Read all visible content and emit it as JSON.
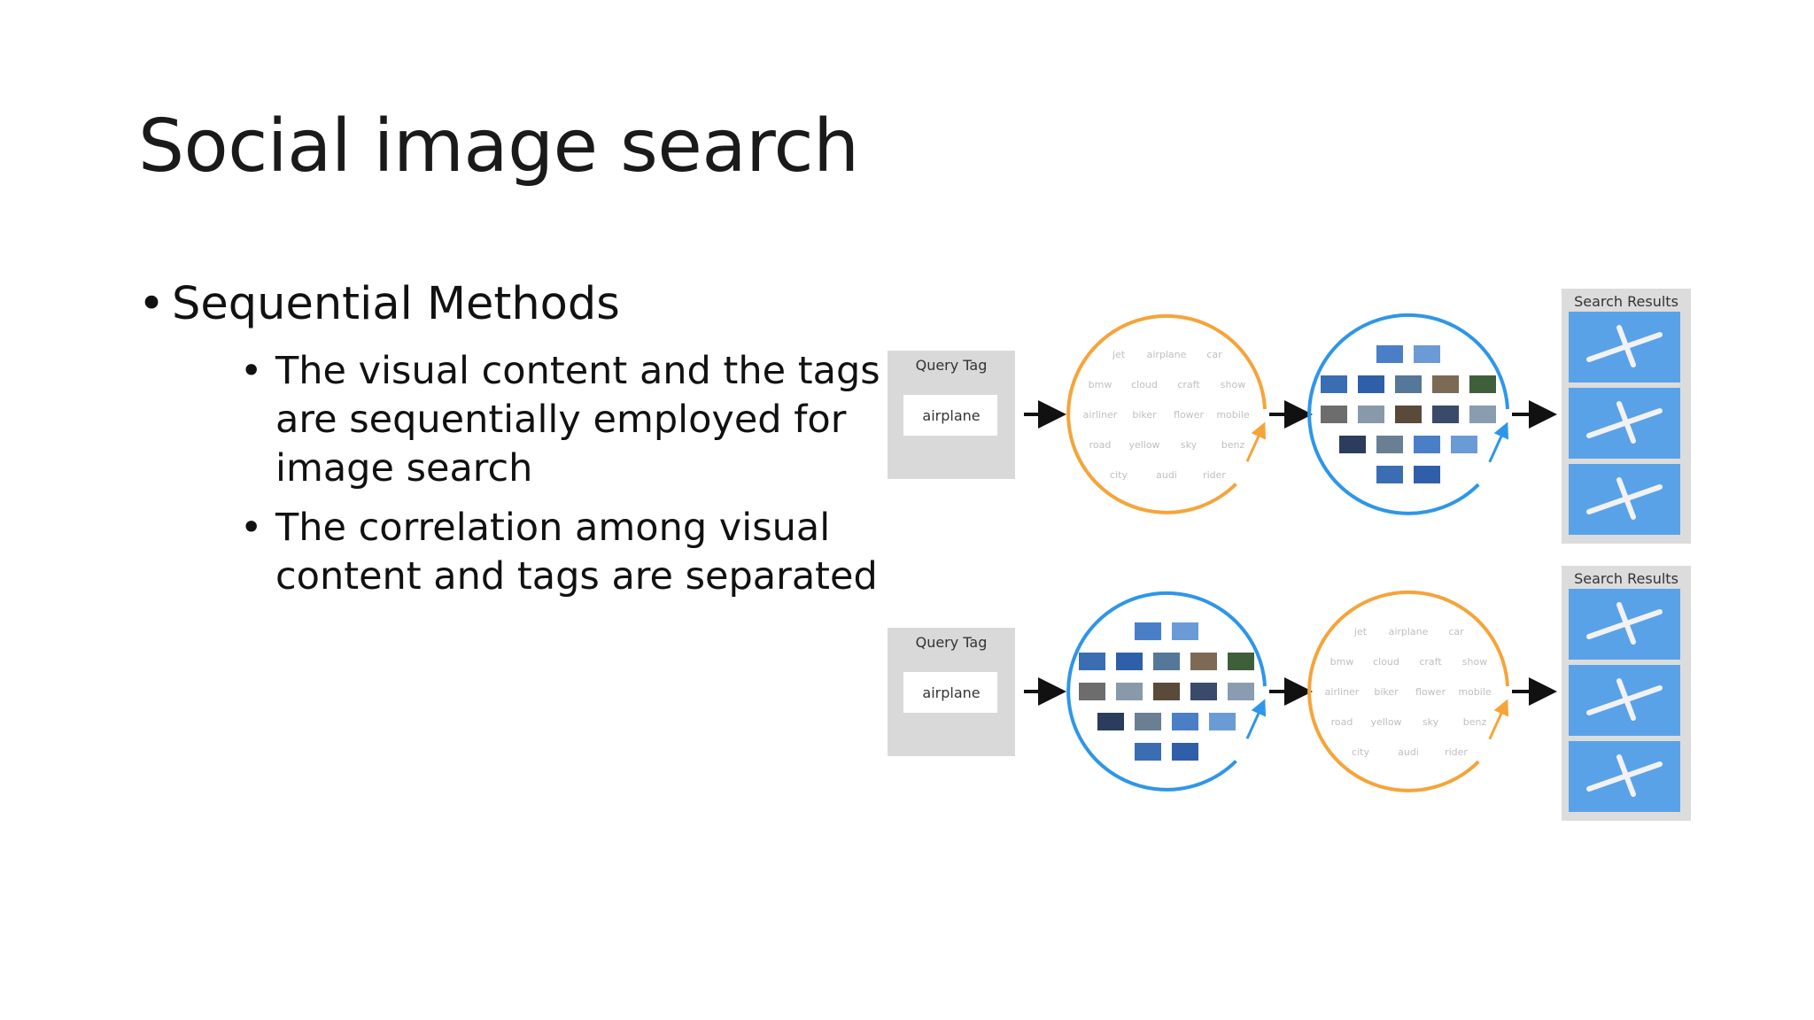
{
  "slide": {
    "title": "Social image search",
    "bullet_l1": "Sequential Methods",
    "sub_bullets": [
      {
        "lines": [
          "The visual content and the tags",
          "are sequentially employed for",
          "image search"
        ]
      },
      {
        "lines": [
          "The correlation among visual",
          "content and tags are separated"
        ]
      }
    ]
  },
  "diagram": {
    "query_box_label": "Query Tag",
    "query_value": "airplane",
    "results_label": "Search Results",
    "tag_rows": [
      [
        "jet",
        "airplane",
        "car"
      ],
      [
        "bmw",
        "cloud",
        "craft",
        "show"
      ],
      [
        "airliner",
        "biker",
        "flower",
        "mobile"
      ],
      [
        "road",
        "yellow",
        "sky",
        "benz"
      ],
      [
        "city",
        "audi",
        "rider"
      ]
    ],
    "colors": {
      "tags_circle": "#f5a43a",
      "visual_circle": "#2e96e8",
      "arrow": "#111111",
      "panel": "#d9d9d9"
    }
  }
}
